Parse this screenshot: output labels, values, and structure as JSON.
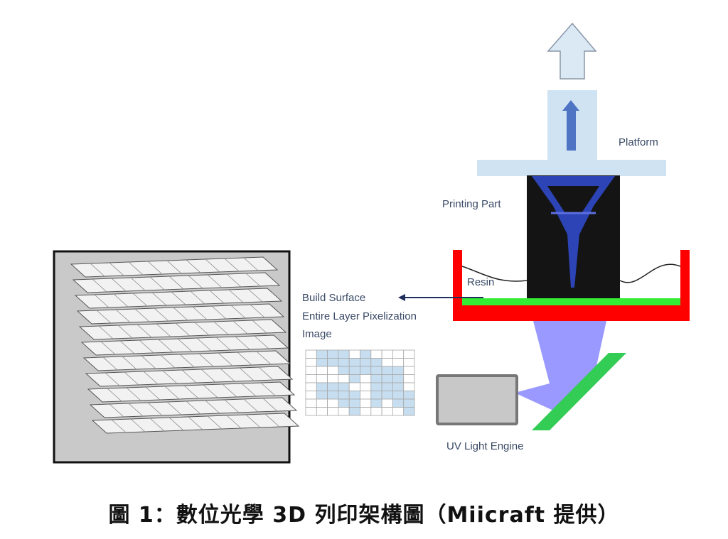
{
  "labels": {
    "platform": "Platform",
    "printing_part": "Printing Part",
    "resin": "Resin",
    "build_surface": "Build Surface",
    "pixelization_line1": "Entire Layer Pixelization",
    "pixelization_line2": "Image",
    "uv_engine": "UV Light Engine"
  },
  "caption": "圖 1：數位光學 3D 列印架構圖（Miicraft 提供）",
  "pixel_grid": {
    "rows": 8,
    "cols": 10,
    "filled": [
      [
        1,
        2,
        3,
        5
      ],
      [
        1,
        2,
        3,
        4,
        5,
        6
      ],
      [
        3,
        4,
        5,
        6,
        7,
        8
      ],
      [
        4,
        6,
        7,
        8
      ],
      [
        1,
        2,
        3,
        6,
        7,
        8
      ],
      [
        1,
        2,
        3,
        4,
        6,
        7,
        8,
        9
      ],
      [
        3,
        4,
        6,
        8,
        9
      ],
      [
        4,
        9
      ]
    ]
  },
  "colors": {
    "tank": "#ff0000",
    "build_surface": "#33ee33",
    "platform": "#cfe3f3",
    "uv_beam": "#9999ff",
    "mirror": "#33cc55",
    "pixel_fill": "#c6def0"
  }
}
